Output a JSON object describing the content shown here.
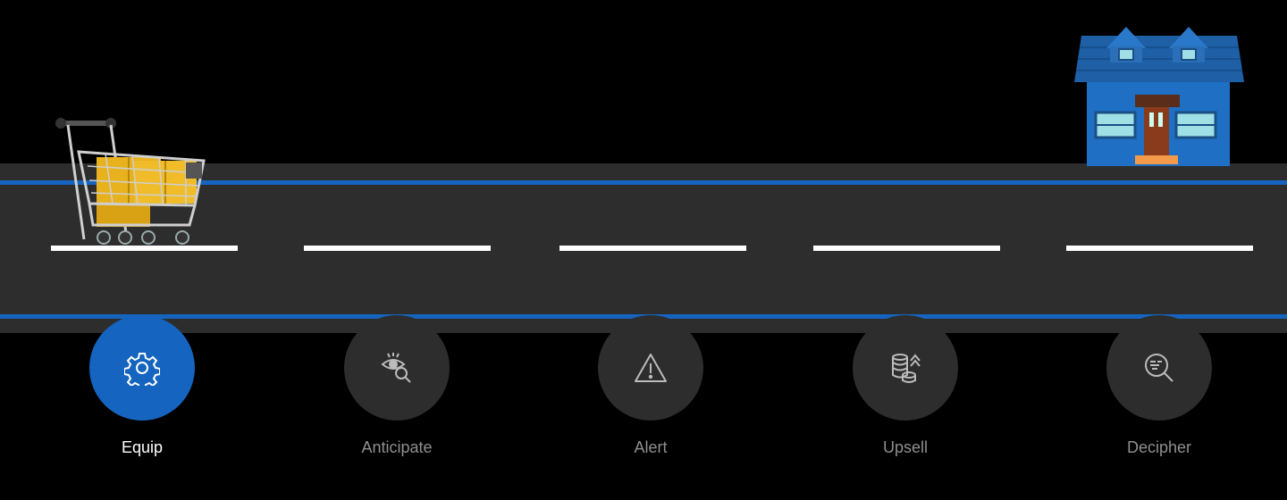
{
  "steps": [
    {
      "label": "Equip",
      "icon": "gear-icon",
      "active": true
    },
    {
      "label": "Anticipate",
      "icon": "eye-search-icon",
      "active": false
    },
    {
      "label": "Alert",
      "icon": "warning-icon",
      "active": false
    },
    {
      "label": "Upsell",
      "icon": "coins-up-icon",
      "active": false
    },
    {
      "label": "Decipher",
      "icon": "code-search-icon",
      "active": false
    }
  ],
  "colors": {
    "accent": "#1565c0",
    "road": "#2d2d2d",
    "background": "#000000",
    "inactive_label": "#8f8f8f",
    "active_label": "#ffffff"
  }
}
